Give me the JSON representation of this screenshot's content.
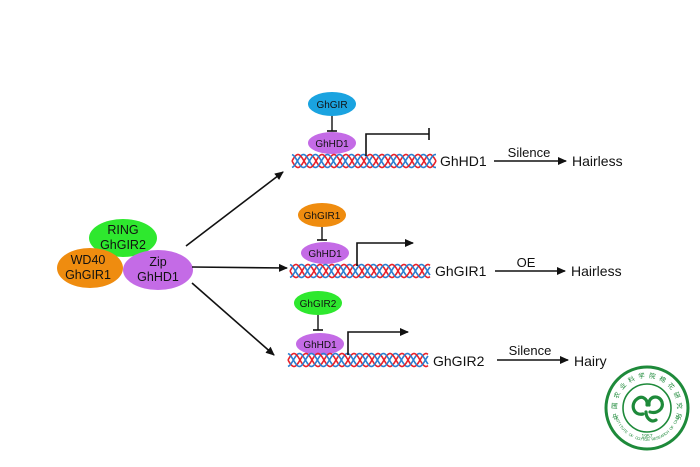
{
  "complex": {
    "ring": {
      "line1": "RING",
      "line2": "GhGIR2",
      "color": "#2ee82e"
    },
    "wd40": {
      "line1": "WD40",
      "line2": "GhGIR1",
      "color": "#ef8c0f"
    },
    "zip": {
      "line1": "Zip",
      "line2": "GhHD1",
      "color": "#c46be6"
    }
  },
  "pathways": [
    {
      "regulator": "GhGIR",
      "regulator_color": "#1aa3e0",
      "target": "GhHD1",
      "target_color": "#c46be6",
      "arrow_type": "blocked",
      "gene": "GhHD1",
      "action": "Silence",
      "phenotype": "Hairless"
    },
    {
      "regulator": "GhGIR1",
      "regulator_color": "#ef8c0f",
      "target": "GhHD1",
      "target_color": "#c46be6",
      "arrow_type": "active",
      "gene": "GhGIR1",
      "action": "OE",
      "phenotype": "Hairless"
    },
    {
      "regulator": "GhGIR2",
      "regulator_color": "#2ee82e",
      "target": "GhHD1",
      "target_color": "#c46be6",
      "arrow_type": "active",
      "gene": "GhGIR2",
      "action": "Silence",
      "phenotype": "Hairy"
    }
  ],
  "logo": {
    "text_top": "中国农业科学院棉花研究所",
    "text_bottom": "INSTITUTE OF COTTON RESEARCH OF CAAS",
    "year": "1957",
    "color": "#1e8a3a"
  },
  "colors": {
    "dna_strand_a": "#e8212a",
    "dna_strand_b": "#2b7fd0",
    "arrow": "#111111"
  }
}
